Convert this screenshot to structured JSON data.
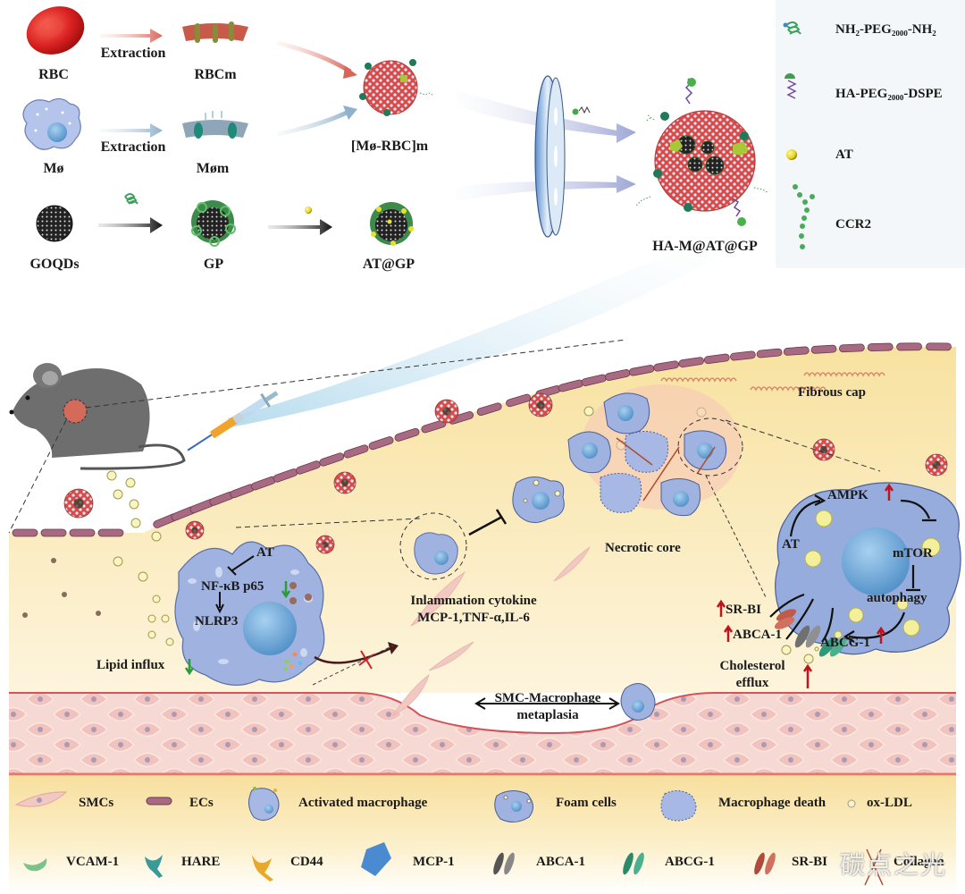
{
  "synthesis": {
    "sources": [
      {
        "id": "rbc",
        "label": "RBC",
        "arrow_label": "Extraction",
        "product": "RBCm"
      },
      {
        "id": "mo",
        "label": "Mø",
        "arrow_label": "Extraction",
        "product": "Møm"
      },
      {
        "id": "goqds",
        "label": "GOQDs",
        "product": "GP",
        "next_product": "AT@GP"
      }
    ],
    "hybrid_membrane": "[Mø-RBC]m",
    "final_product": "HA-M@AT@GP"
  },
  "top_legend": [
    {
      "icon": "helix-polymer-icon",
      "text": "NH₂-PEG₂₀₀₀-NH₂"
    },
    {
      "icon": "ha-peg-dspe-icon",
      "text": "HA-PEG₂₀₀₀-DSPE"
    },
    {
      "icon": "yellow-sphere-icon",
      "text": "AT"
    },
    {
      "icon": "ccr2-chain-icon",
      "text": "CCR2"
    }
  ],
  "plaque": {
    "fibrous_cap": "Fibrous cap",
    "necrotic_core": "Necrotic core",
    "left_cell": {
      "at": "AT",
      "nfkb": "NF-κB p65",
      "nlrp3": "NLRP3",
      "lipid_influx": "Lipid influx"
    },
    "inflammation": {
      "line1": "Inlammation cytokine",
      "line2": "MCP-1,TNF-α,IL-6"
    },
    "metaplasia": {
      "line1": "SMC-Macrophage",
      "line2": "metaplasia"
    },
    "right_cell": {
      "at": "AT",
      "ampk": "AMPK",
      "mtor": "mTOR",
      "autophagy": "autophagy",
      "srbi": "SR-BI",
      "abca1": "ABCA-1",
      "abcg1": "ABCG-1",
      "efflux_line1": "Cholesterol",
      "efflux_line2": "efflux"
    }
  },
  "bottom_legend": {
    "row1": [
      {
        "icon": "smc-icon",
        "text": "SMCs"
      },
      {
        "icon": "ec-icon",
        "text": "ECs"
      },
      {
        "icon": "activated-macrophage-icon",
        "text": "Activated macrophage"
      },
      {
        "icon": "foam-cell-icon",
        "text": "Foam cells"
      },
      {
        "icon": "macrophage-death-icon",
        "text": "Macrophage death"
      },
      {
        "icon": "ox-ldl-icon",
        "text": "ox-LDL"
      }
    ],
    "row2": [
      {
        "icon": "vcam1-icon",
        "text": "VCAM-1"
      },
      {
        "icon": "hare-icon",
        "text": "HARE"
      },
      {
        "icon": "cd44-icon",
        "text": "CD44"
      },
      {
        "icon": "mcp1-icon",
        "text": "MCP-1"
      },
      {
        "icon": "abca1-icon",
        "text": "ABCA-1"
      },
      {
        "icon": "abcg1-icon",
        "text": "ABCG-1"
      },
      {
        "icon": "srbi-icon",
        "text": "SR-BI"
      },
      {
        "icon": "collagen-icon",
        "text": "Collagen"
      }
    ]
  },
  "watermark": "碳点之光",
  "colors": {
    "rbc_red": "#d42a2a",
    "macrophage_blue": "#8fa6d8",
    "plaque_yellow": "#fbe7a8",
    "endothelial": "#a86a82",
    "smc_pink": "#f3c9c4",
    "up_arrow": "#c0141c",
    "down_arrow": "#2a9d3a"
  }
}
